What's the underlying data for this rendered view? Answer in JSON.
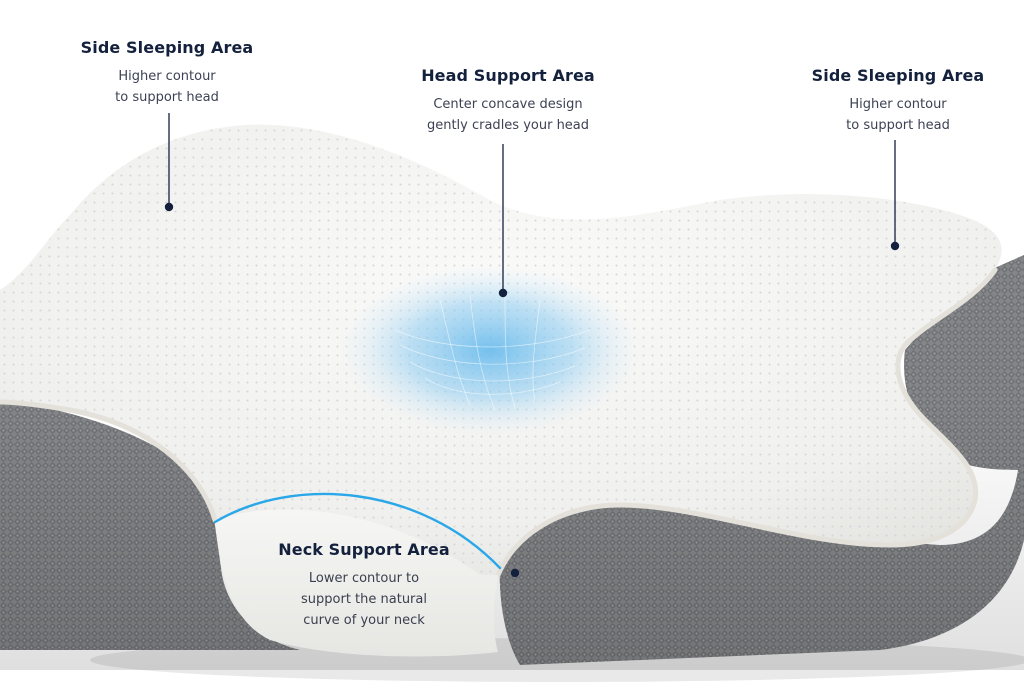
{
  "callouts": {
    "side_left": {
      "title": "Side Sleeping Area",
      "line1": "Higher contour",
      "line2": "to support head"
    },
    "head": {
      "title": "Head Support Area",
      "line1": "Center concave design",
      "line2": "gently cradles your head"
    },
    "side_right": {
      "title": "Side Sleeping Area",
      "line1": "Higher contour",
      "line2": "to support head"
    },
    "neck": {
      "title": "Neck Support Area",
      "line1": "Lower contour to",
      "line2": "support the natural",
      "line3": "curve of your neck"
    }
  },
  "colors": {
    "title_text": "#14213d",
    "body_text": "#3c4254",
    "marker": "#14213d",
    "neck_curve": "#2aa7e8",
    "foam": "#f3f3f1",
    "mesh_side": "#7d7f82",
    "cool_gel": "#7cc3ee"
  }
}
